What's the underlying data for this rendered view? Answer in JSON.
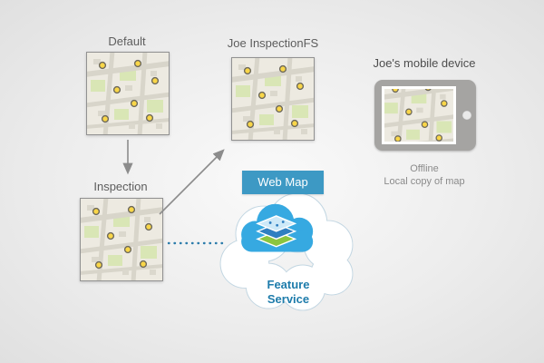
{
  "nodes": {
    "default": {
      "label": "Default"
    },
    "joe_inspection_fs": {
      "label": "Joe InspectionFS"
    },
    "inspection": {
      "label": "Inspection"
    },
    "mobile_device": {
      "label": "Joe's mobile device",
      "status": "Offline",
      "note": "Local copy of map"
    },
    "web_map": {
      "label": "Web Map"
    },
    "feature_service": {
      "label": "Feature Service"
    }
  },
  "icons": {
    "map_thumbnail": "street-map-with-point-features",
    "tablet": "tablet-device-icon",
    "cloud": "cloud-icon",
    "layers": "map-layers-stack-icon"
  },
  "colors": {
    "web_map_banner": "#3d99c4",
    "feature_service_text": "#1e7cab",
    "cloud_outline": "#c2d6e2",
    "inner_cloud": "#36a9e1",
    "layer_top": "#cde9f8",
    "layer_middle": "#2f7fc1",
    "layer_bottom": "#8bc53f",
    "arrow": "#8c8c8c",
    "dotted_connector": "#2c7cab",
    "map_point_fill": "#f9d648"
  },
  "connectors": [
    {
      "from": "default",
      "to": "inspection",
      "style": "arrow"
    },
    {
      "from": "inspection",
      "to": "joe_inspection_fs",
      "style": "arrow"
    },
    {
      "from": "inspection",
      "to": "feature_service",
      "style": "dotted"
    }
  ]
}
